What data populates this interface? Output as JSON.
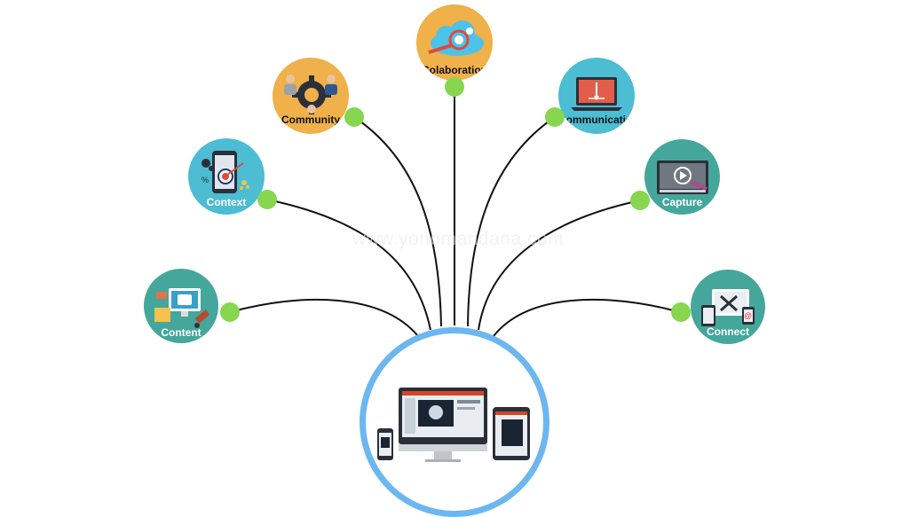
{
  "watermark": "www.yonomandana.com",
  "colors": {
    "orange": "#f0b04a",
    "teal": "#45a79b",
    "cyan": "#4cbdd3",
    "dot": "#86d650",
    "hub_ring": "#6cb7f0",
    "line": "#111111",
    "watermark": "#eaeaea"
  },
  "nodes": [
    {
      "id": "content",
      "label": "Content",
      "color": "teal",
      "label_style": "light",
      "icon": "computer-shopping-icon"
    },
    {
      "id": "context",
      "label": "Context",
      "color": "cyan",
      "label_style": "light",
      "icon": "phone-target-icon"
    },
    {
      "id": "community",
      "label": "Community",
      "color": "orange",
      "label_style": "dark",
      "icon": "people-gear-icon"
    },
    {
      "id": "colaboration",
      "label": "Colaboration",
      "color": "orange",
      "label_style": "dark",
      "icon": "cloud-gears-icon"
    },
    {
      "id": "communication",
      "label": "Communication",
      "color": "cyan",
      "label_style": "dark",
      "icon": "laptop-pencil-icon"
    },
    {
      "id": "capture",
      "label": "Capture",
      "color": "teal",
      "label_style": "light",
      "icon": "video-player-icon"
    },
    {
      "id": "connect",
      "label": "Connect",
      "color": "teal",
      "label_style": "light",
      "icon": "devices-tools-icon"
    }
  ],
  "hub": {
    "icon": "multi-device-icon"
  }
}
